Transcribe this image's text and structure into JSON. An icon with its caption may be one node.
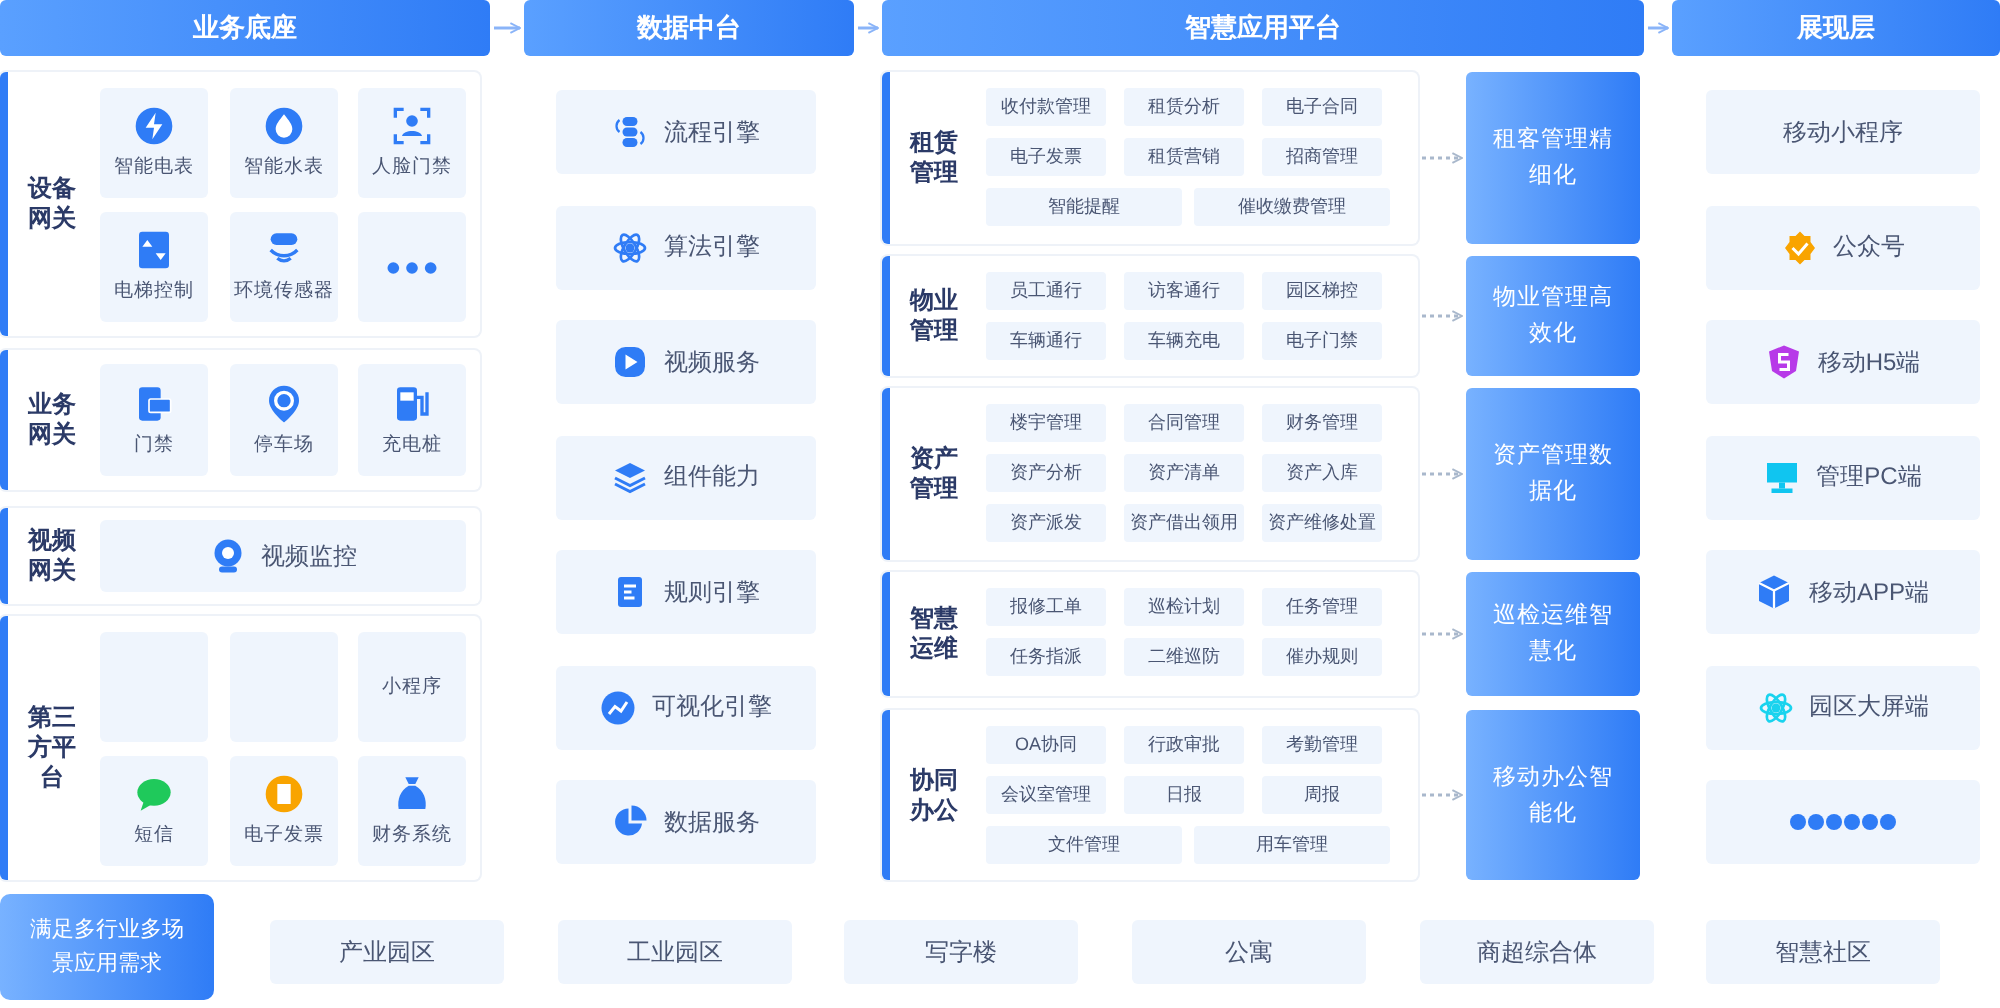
{
  "diagram": {
    "nodes": [
      {
        "text": [
          "业务底座"
        ]
      },
      {
        "text": [
          "数据中台"
        ]
      },
      {
        "text": [
          "智慧应用平台"
        ]
      },
      {
        "text": [
          "展现层"
        ]
      },
      {
        "text": [
          "设备网关"
        ]
      },
      {
        "text": [
          "智能电表"
        ],
        "in": 4
      },
      {
        "text": [
          "智能水表"
        ],
        "in": 4
      },
      {
        "text": [
          "人脸门禁"
        ],
        "in": 4
      },
      {
        "text": [
          "电梯控制"
        ],
        "in": 4
      },
      {
        "text": [
          "环境传感器"
        ],
        "in": 4
      },
      {
        "text": [],
        "shape": "box",
        "in": 4
      },
      {
        "text": [
          "业务网关"
        ]
      },
      {
        "text": [
          "门禁"
        ],
        "in": 11
      },
      {
        "text": [
          "停车场"
        ],
        "in": 11
      },
      {
        "text": [
          "充电桩"
        ],
        "in": 11
      },
      {
        "text": [
          "视频网关"
        ]
      },
      {
        "text": [
          "视频监控"
        ],
        "in": 15
      },
      {
        "text": [
          "第三方平台"
        ]
      },
      {
        "text": [],
        "shape": "box",
        "in": 17
      },
      {
        "text": [],
        "shape": "box",
        "in": 17
      },
      {
        "text": [
          "小程序"
        ],
        "in": 17
      },
      {
        "text": [
          "短信"
        ],
        "in": 17
      },
      {
        "text": [
          "电子发票"
        ],
        "in": 17
      },
      {
        "text": [
          "财务系统"
        ],
        "in": 17
      },
      {
        "text": [
          "流程引擎"
        ]
      },
      {
        "text": [
          "算法引擎"
        ]
      },
      {
        "text": [
          "视频服务"
        ]
      },
      {
        "text": [
          "组件能力"
        ]
      },
      {
        "text": [
          "规则引擎"
        ]
      },
      {
        "text": [
          "可视化引擎"
        ]
      },
      {
        "text": [
          "数据服务"
        ]
      },
      {
        "text": [
          "租赁管理"
        ]
      },
      {
        "text": [
          "收付款管理"
        ],
        "in": 31
      },
      {
        "text": [
          "租赁分析"
        ],
        "in": 31
      },
      {
        "text": [
          "电子合同"
        ],
        "in": 31
      },
      {
        "text": [
          "电子发票"
        ],
        "in": 31
      },
      {
        "text": [
          "租赁营销"
        ],
        "in": 31
      },
      {
        "text": [
          "招商管理"
        ],
        "in": 31
      },
      {
        "text": [
          "智能提醒"
        ],
        "in": 31
      },
      {
        "text": [
          "催收缴费管理"
        ],
        "in": 31
      },
      {
        "text": [
          "租客管理精细化"
        ]
      },
      {
        "text": [
          "物业管理"
        ]
      },
      {
        "text": [
          "员工通行"
        ],
        "in": 41
      },
      {
        "text": [
          "访客通行"
        ],
        "in": 41
      },
      {
        "text": [
          "园区梯控"
        ],
        "in": 41
      },
      {
        "text": [
          "车辆通行"
        ],
        "in": 41
      },
      {
        "text": [
          "车辆充电"
        ],
        "in": 41
      },
      {
        "text": [
          "电子门禁"
        ],
        "in": 41
      },
      {
        "text": [
          "物业管理高效化"
        ]
      },
      {
        "text": [
          "资产管理"
        ]
      },
      {
        "text": [
          "楼宇管理"
        ],
        "in": 49
      },
      {
        "text": [
          "合同管理"
        ],
        "in": 49
      },
      {
        "text": [
          "财务管理"
        ],
        "in": 49
      },
      {
        "text": [
          "资产分析"
        ],
        "in": 49
      },
      {
        "text": [
          "资产清单"
        ],
        "in": 49
      },
      {
        "text": [
          "资产入库"
        ],
        "in": 49
      },
      {
        "text": [
          "资产派发"
        ],
        "in": 49
      },
      {
        "text": [
          "资产借出领用"
        ],
        "in": 49
      },
      {
        "text": [
          "资产维修处置"
        ],
        "in": 49
      },
      {
        "text": [
          "资产管理数据化"
        ]
      },
      {
        "text": [
          "智慧运维"
        ]
      },
      {
        "text": [
          "报修工单"
        ],
        "in": 60
      },
      {
        "text": [
          "巡检计划"
        ],
        "in": 60
      },
      {
        "text": [
          "任务管理"
        ],
        "in": 60
      },
      {
        "text": [
          "任务指派"
        ],
        "in": 60
      },
      {
        "text": [
          "二维巡防"
        ],
        "in": 60
      },
      {
        "text": [
          "催办规则"
        ],
        "in": 60
      },
      {
        "text": [
          "巡检运维智慧化"
        ]
      },
      {
        "text": [
          "协同办公"
        ]
      },
      {
        "text": [
          "OA协同"
        ],
        "in": 68
      },
      {
        "text": [
          "行政审批"
        ],
        "in": 68
      },
      {
        "text": [
          "考勤管理"
        ],
        "in": 68
      },
      {
        "text": [
          "会议室管理"
        ],
        "in": 68
      },
      {
        "text": [
          "日报"
        ],
        "in": 68
      },
      {
        "text": [
          "周报"
        ],
        "in": 68
      },
      {
        "text": [
          "文件管理"
        ],
        "in": 68
      },
      {
        "text": [
          "用车管理"
        ],
        "in": 68
      },
      {
        "text": [
          "移动办公智能化"
        ]
      },
      {
        "text": [
          "移动小程序"
        ]
      },
      {
        "text": [
          "公众号"
        ]
      },
      {
        "text": [
          "移动H5端"
        ]
      },
      {
        "text": [
          "管理PC端"
        ]
      },
      {
        "text": [
          "移动APP端"
        ]
      },
      {
        "text": [
          "园区大屏端"
        ]
      },
      {
        "text": [],
        "shape": "box"
      },
      {
        "text": [
          "满足多行业多场景应用需求"
        ]
      },
      {
        "text": [
          "产业园区"
        ]
      },
      {
        "text": [
          "工业园区"
        ]
      },
      {
        "text": [
          "写字楼"
        ]
      },
      {
        "text": [
          "公寓"
        ]
      },
      {
        "text": [
          "商超综合体"
        ]
      },
      {
        "text": [
          "智慧社区"
        ]
      }
    ],
    "edges": [
      {
        "from": 0,
        "to": 1,
        "arrow": "to",
        "color": "#8ab4f8"
      },
      {
        "from": 1,
        "to": 2,
        "arrow": "to",
        "color": "#8ab4f8"
      },
      {
        "from": 2,
        "to": 3,
        "arrow": "to",
        "color": "#8ab4f8"
      },
      {
        "from": 31,
        "to": 40,
        "arrow": "to",
        "style": "dashed"
      },
      {
        "from": 41,
        "to": 48,
        "arrow": "to",
        "style": "dashed"
      },
      {
        "from": 49,
        "to": 59,
        "arrow": "to",
        "style": "dashed"
      },
      {
        "from": 60,
        "to": 67,
        "arrow": "to",
        "style": "dashed"
      },
      {
        "from": 68,
        "to": 77,
        "arrow": "to",
        "style": "dashed"
      }
    ]
  }
}
